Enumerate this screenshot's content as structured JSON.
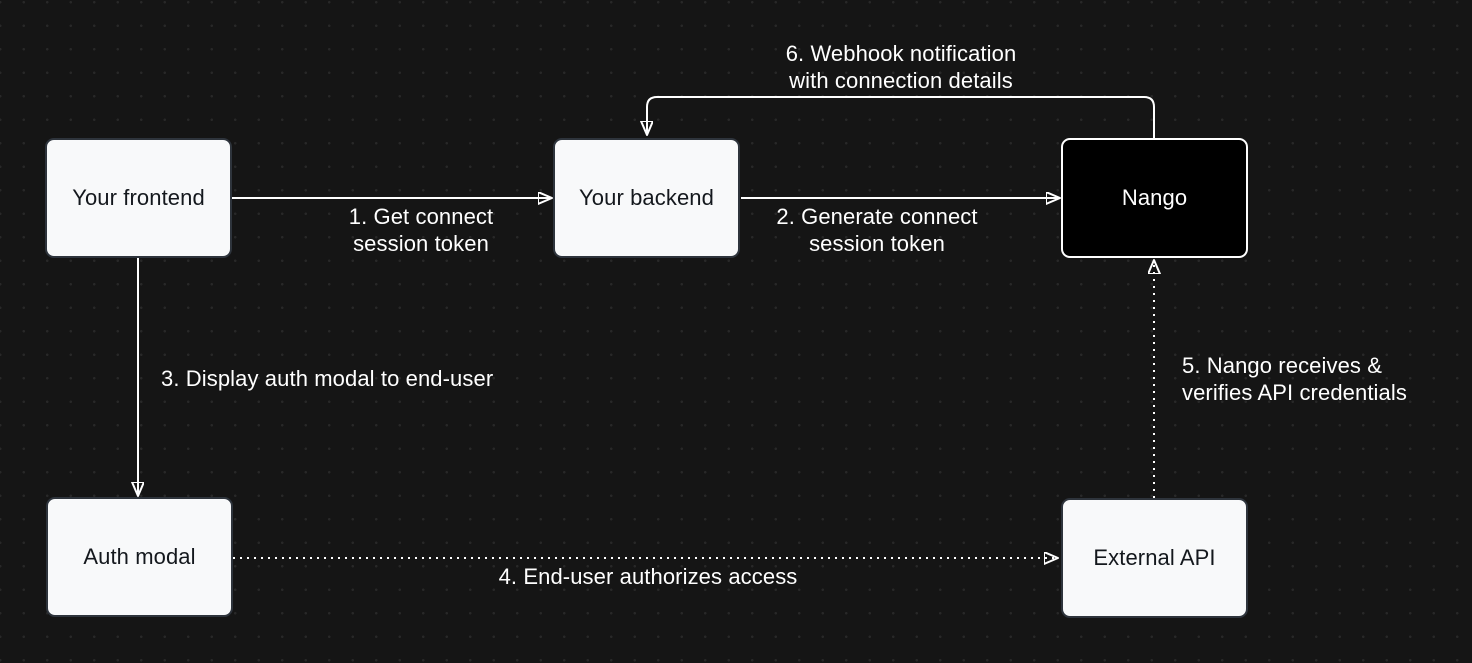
{
  "diagram": {
    "description": "Nango connect session auth flow diagram",
    "colors": {
      "background": "#151515",
      "dot_grid": "#282828",
      "connector": "#ffffff",
      "node_light_fill": "#f8f9fa",
      "node_light_border": "#2e343c",
      "node_dark_fill": "#000000",
      "node_dark_border": "#ffffff",
      "node_text_dark": "#14181d",
      "label_text": "#ffffff"
    },
    "nodes": {
      "your_frontend": {
        "label": "Your frontend",
        "variant": "light"
      },
      "your_backend": {
        "label": "Your backend",
        "variant": "light"
      },
      "nango": {
        "label": "Nango",
        "variant": "dark"
      },
      "auth_modal": {
        "label": "Auth modal",
        "variant": "light"
      },
      "external_api": {
        "label": "External API",
        "variant": "light"
      }
    },
    "edges": {
      "e1": {
        "label": "1. Get connect\nsession token",
        "from": "your_frontend",
        "to": "your_backend",
        "line": "solid"
      },
      "e2": {
        "label": "2. Generate connect\nsession token",
        "from": "your_backend",
        "to": "nango",
        "line": "solid"
      },
      "e3": {
        "label": "3. Display auth modal to end-user",
        "from": "your_frontend",
        "to": "auth_modal",
        "line": "solid"
      },
      "e4": {
        "label": "4. End-user authorizes access",
        "from": "auth_modal",
        "to": "external_api",
        "line": "dotted"
      },
      "e5": {
        "label": "5. Nango receives &\nverifies API credentials",
        "from": "external_api",
        "to": "nango",
        "line": "dotted"
      },
      "e6": {
        "label": "6. Webhook notification\nwith connection details",
        "from": "nango",
        "to": "your_backend",
        "line": "solid"
      }
    }
  }
}
